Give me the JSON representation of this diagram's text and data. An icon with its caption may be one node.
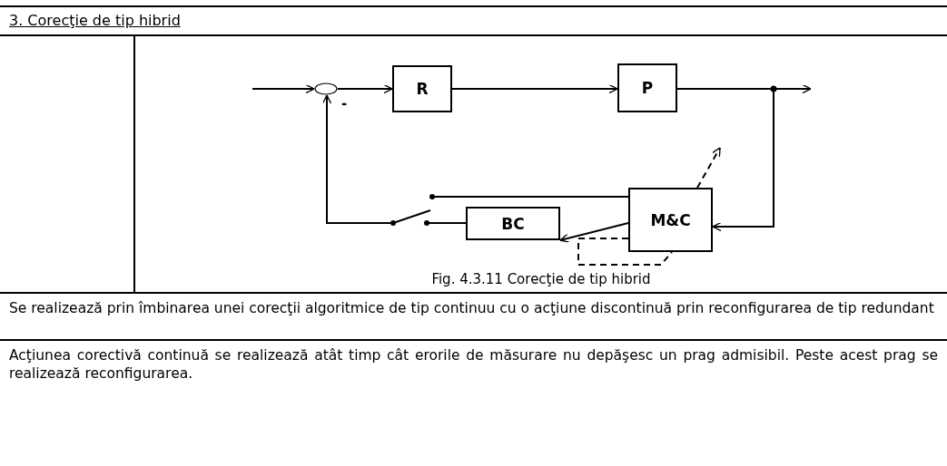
{
  "diagram": {
    "title": "3. Corecţie de tip hibrid",
    "caption": "Fig. 4.3.11 Corecţie de tip hibrid",
    "nodes": [
      {
        "text": [],
        "shape": "circle"
      },
      {
        "text": [
          "R"
        ]
      },
      {
        "text": [
          "P"
        ]
      },
      {
        "text": [
          "M&C"
        ]
      },
      {
        "text": [
          "BC"
        ]
      },
      {
        "text": [],
        "shape": "switch"
      }
    ],
    "edges": [
      {
        "from": null,
        "to": 0,
        "arrow": "to"
      },
      {
        "from": 0,
        "to": 1,
        "arrow": "to"
      },
      {
        "from": 1,
        "to": 2,
        "arrow": "to"
      },
      {
        "from": 2,
        "to": null,
        "arrow": "to"
      },
      {
        "from": 2,
        "to": 3,
        "arrow": "to"
      },
      {
        "from": 3,
        "to": 4,
        "arrow": "to"
      },
      {
        "from": 4,
        "to": 5,
        "arrow": "none"
      },
      {
        "from": 3,
        "to": 5,
        "arrow": "none"
      },
      {
        "from": 5,
        "to": 0,
        "arrow": "to"
      },
      {
        "from": 3,
        "to": null,
        "arrow": "to",
        "style": "dashed"
      },
      {
        "from": 3,
        "to": 3,
        "arrow": "none",
        "style": "dashed"
      }
    ],
    "labels": [
      "-",
      "Se realizează prin îmbinarea unei corecţii algoritmice de tip continuu cu o acţiune discontinuă prin reconfigurarea de tip redundant",
      "Acţiunea corectivă continuă se realizează atât timp cât erorile de măsurare nu depăşesc un prag admisibil. Peste acest prag se realizează reconfigurarea."
    ]
  }
}
